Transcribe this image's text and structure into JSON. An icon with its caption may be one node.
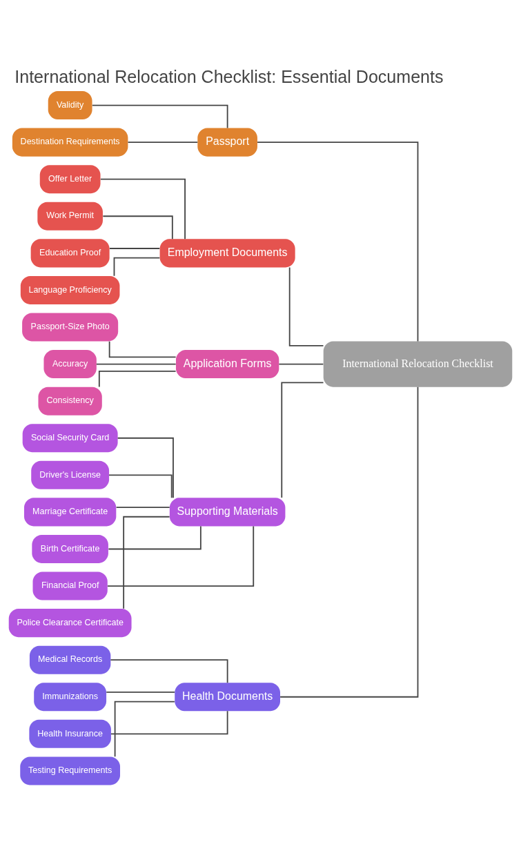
{
  "diagram": {
    "title": "International Relocation Checklist: Essential Documents",
    "nodes": [
      {
        "text": [
          "International Relocation Checklist"
        ]
      },
      {
        "text": [
          "Passport"
        ]
      },
      {
        "text": [
          "Validity"
        ]
      },
      {
        "text": [
          "Destination Requirements"
        ]
      },
      {
        "text": [
          "Employment Documents"
        ]
      },
      {
        "text": [
          "Offer Letter"
        ]
      },
      {
        "text": [
          "Work Permit"
        ]
      },
      {
        "text": [
          "Education Proof"
        ]
      },
      {
        "text": [
          "Language Proficiency"
        ]
      },
      {
        "text": [
          "Application Forms"
        ]
      },
      {
        "text": [
          "Passport-Size Photo"
        ]
      },
      {
        "text": [
          "Accuracy"
        ]
      },
      {
        "text": [
          "Consistency"
        ]
      },
      {
        "text": [
          "Supporting Materials"
        ]
      },
      {
        "text": [
          "Social Security Card"
        ]
      },
      {
        "text": [
          "Driver's License"
        ]
      },
      {
        "text": [
          "Marriage Certificate"
        ]
      },
      {
        "text": [
          "Birth Certificate"
        ]
      },
      {
        "text": [
          "Financial Proof"
        ]
      },
      {
        "text": [
          "Police Clearance Certificate"
        ]
      },
      {
        "text": [
          "Health Documents"
        ]
      },
      {
        "text": [
          "Medical Records"
        ]
      },
      {
        "text": [
          "Immunizations"
        ]
      },
      {
        "text": [
          "Health Insurance"
        ]
      },
      {
        "text": [
          "Testing Requirements"
        ]
      }
    ],
    "edges": [
      {
        "from": 0,
        "to": 1,
        "arrow": "none"
      },
      {
        "from": 0,
        "to": 4,
        "arrow": "none"
      },
      {
        "from": 0,
        "to": 9,
        "arrow": "none"
      },
      {
        "from": 0,
        "to": 13,
        "arrow": "none"
      },
      {
        "from": 0,
        "to": 20,
        "arrow": "none"
      },
      {
        "from": 1,
        "to": 2,
        "arrow": "none"
      },
      {
        "from": 1,
        "to": 3,
        "arrow": "none"
      },
      {
        "from": 4,
        "to": 5,
        "arrow": "none"
      },
      {
        "from": 4,
        "to": 6,
        "arrow": "none"
      },
      {
        "from": 4,
        "to": 7,
        "arrow": "none"
      },
      {
        "from": 4,
        "to": 8,
        "arrow": "none"
      },
      {
        "from": 9,
        "to": 10,
        "arrow": "none"
      },
      {
        "from": 9,
        "to": 11,
        "arrow": "none"
      },
      {
        "from": 9,
        "to": 12,
        "arrow": "none"
      },
      {
        "from": 13,
        "to": 14,
        "arrow": "none"
      },
      {
        "from": 13,
        "to": 15,
        "arrow": "none"
      },
      {
        "from": 13,
        "to": 16,
        "arrow": "none"
      },
      {
        "from": 13,
        "to": 17,
        "arrow": "none"
      },
      {
        "from": 13,
        "to": 18,
        "arrow": "none"
      },
      {
        "from": 13,
        "to": 19,
        "arrow": "none"
      },
      {
        "from": 20,
        "to": 21,
        "arrow": "none"
      },
      {
        "from": 20,
        "to": 22,
        "arrow": "none"
      },
      {
        "from": 20,
        "to": 23,
        "arrow": "none"
      },
      {
        "from": 20,
        "to": 24,
        "arrow": "none"
      }
    ]
  }
}
